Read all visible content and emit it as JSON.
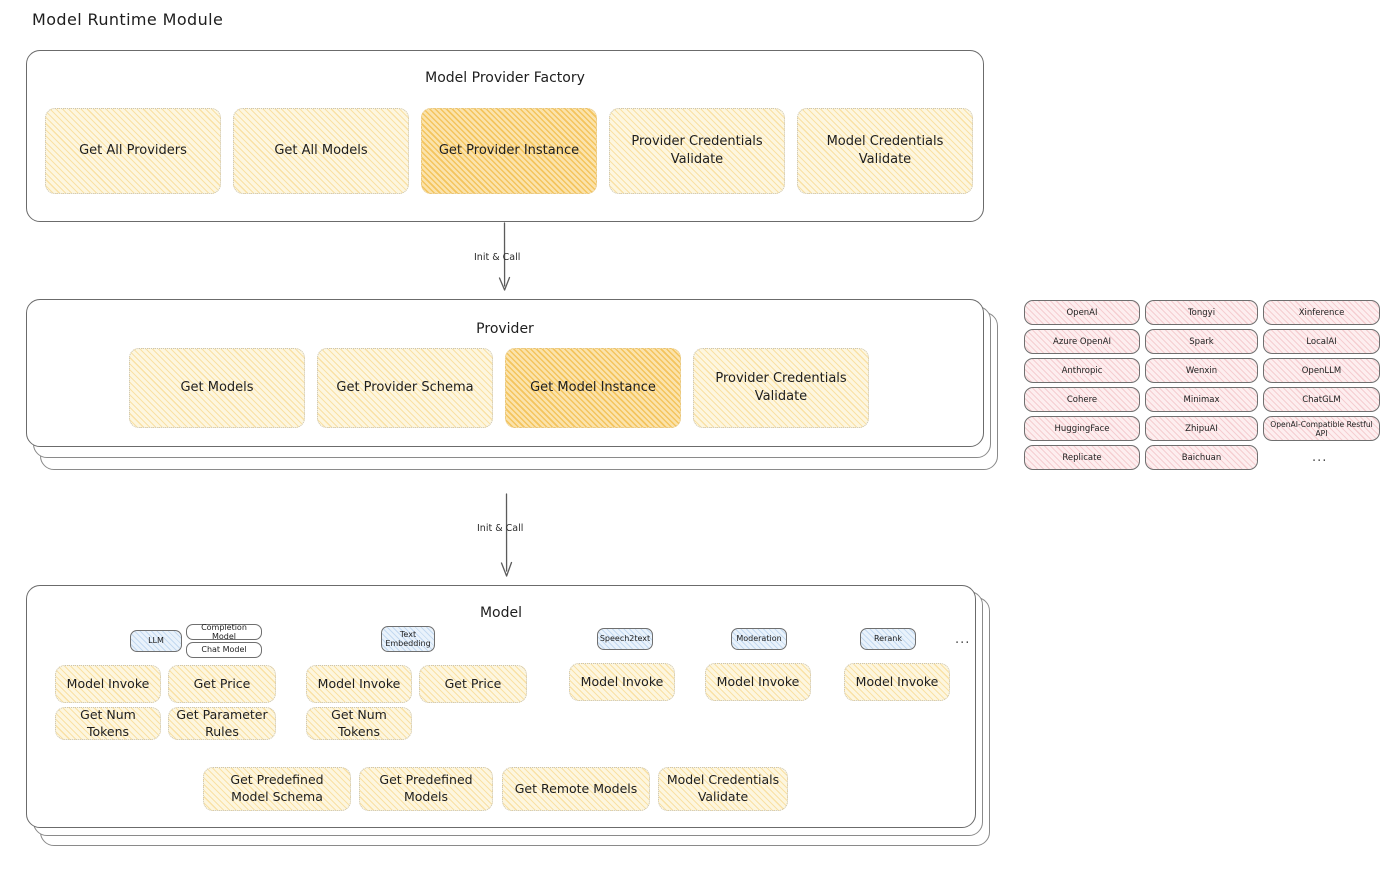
{
  "page": {
    "title": "Model Runtime Module"
  },
  "arrows": [
    {
      "label": "Init & Call"
    },
    {
      "label": "Init & Call"
    }
  ],
  "factory": {
    "title": "Model Provider Factory",
    "boxes": [
      {
        "label": "Get All Providers",
        "highlight": false
      },
      {
        "label": "Get All Models",
        "highlight": false
      },
      {
        "label": "Get Provider Instance",
        "highlight": true
      },
      {
        "label": "Provider Credentials Validate",
        "highlight": false
      },
      {
        "label": "Model Credentials Validate",
        "highlight": false
      }
    ]
  },
  "provider": {
    "title": "Provider",
    "boxes": [
      {
        "label": "Get Models",
        "highlight": false
      },
      {
        "label": "Get Provider Schema",
        "highlight": false
      },
      {
        "label": "Get Model Instance",
        "highlight": true
      },
      {
        "label": "Provider Credentials Validate",
        "highlight": false
      }
    ]
  },
  "provider_list": {
    "ellipsis": "...",
    "columns": [
      [
        "OpenAI",
        "Azure OpenAI",
        "Anthropic",
        "Cohere",
        "HuggingFace",
        "Replicate"
      ],
      [
        "Tongyi",
        "Spark",
        "Wenxin",
        "Minimax",
        "ZhipuAI",
        "Baichuan"
      ],
      [
        "Xinference",
        "LocalAI",
        "OpenLLM",
        "ChatGLM",
        "OpenAI-Compatible Restful API"
      ]
    ]
  },
  "model": {
    "title": "Model",
    "ellipsis": "...",
    "types": [
      {
        "name": "LLM",
        "subchips": [
          "Completion Model",
          "Chat Model"
        ],
        "boxes": [
          {
            "label": "Model Invoke",
            "highlight": true
          },
          {
            "label": "Get Price",
            "highlight": false
          },
          {
            "label": "Get Num Tokens",
            "highlight": false
          },
          {
            "label": "Get Parameter Rules",
            "highlight": false
          }
        ]
      },
      {
        "name": "Text Embedding",
        "subchips": [],
        "boxes": [
          {
            "label": "Model Invoke",
            "highlight": true
          },
          {
            "label": "Get Price",
            "highlight": false
          },
          {
            "label": "Get Num Tokens",
            "highlight": false
          }
        ]
      },
      {
        "name": "Speech2text",
        "subchips": [],
        "boxes": [
          {
            "label": "Model Invoke",
            "highlight": true
          }
        ]
      },
      {
        "name": "Moderation",
        "subchips": [],
        "boxes": [
          {
            "label": "Model Invoke",
            "highlight": true
          }
        ]
      },
      {
        "name": "Rerank",
        "subchips": [],
        "boxes": [
          {
            "label": "Model Invoke",
            "highlight": true
          }
        ]
      }
    ],
    "common_boxes": [
      {
        "label": "Get Predefined Model Schema"
      },
      {
        "label": "Get Predefined Models"
      },
      {
        "label": "Get Remote Models"
      },
      {
        "label": "Model Credentials Validate"
      }
    ]
  },
  "colors": {
    "hatch_light": "#fdf6df",
    "hatch_strong": "#fbe3ac",
    "provider_pill": "#fdeeef",
    "type_chip": "#e9f2fb",
    "stroke": "#6b6b6b"
  }
}
